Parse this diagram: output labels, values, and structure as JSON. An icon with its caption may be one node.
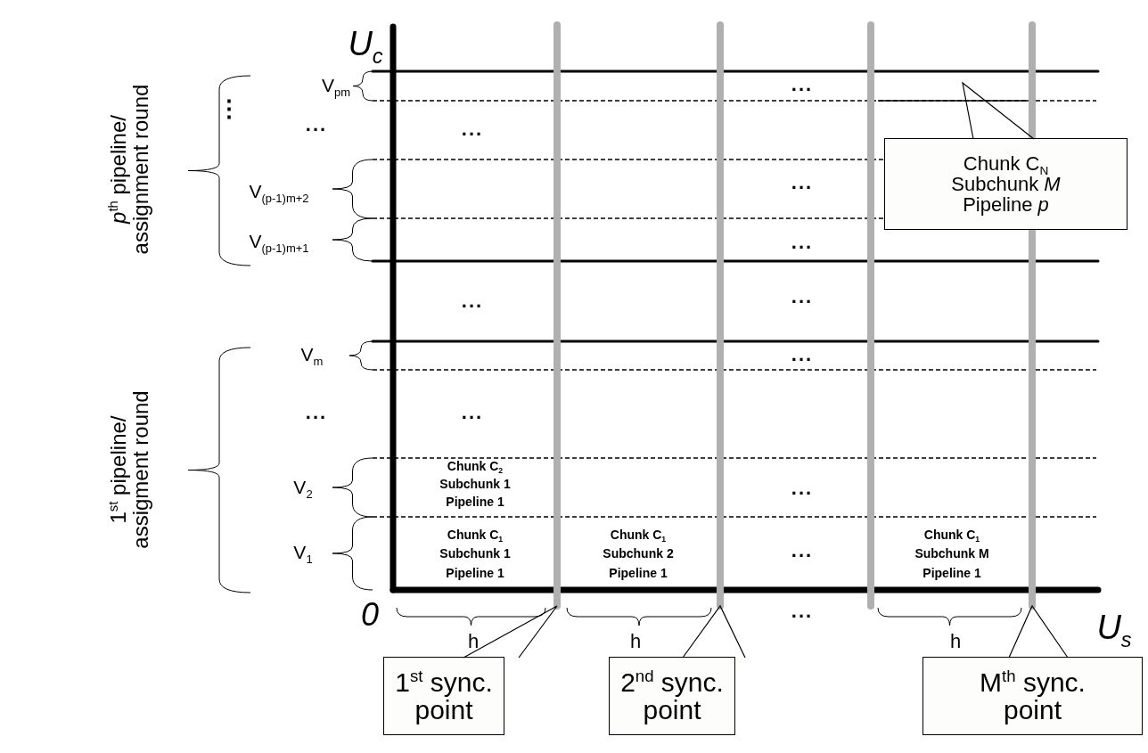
{
  "diagram": {
    "nodes": [
      {
        "text": [
          "Chunk C$_{N}$ Subchunk *M* Pipeline *p*"
        ]
      },
      {
        "text": [
          "1$^{st}$ sync. point"
        ]
      },
      {
        "text": [
          "2$^{nd}$ sync. point"
        ]
      },
      {
        "text": [
          "M$^{th}$ sync. point"
        ]
      }
    ],
    "edges": [
      {
        "from": 0,
        "to": null,
        "arrow": "none"
      },
      {
        "from": 1,
        "to": null,
        "arrow": "none"
      },
      {
        "from": 2,
        "to": null,
        "arrow": "none"
      },
      {
        "from": 3,
        "to": null,
        "arrow": "none"
      }
    ],
    "labels": [
      "U$_{c}$",
      "*p*$^{th}$ pipeline/ assignment round",
      "V$_{pm}$",
      "...",
      "⋮",
      "...",
      "...",
      "V$_{(p-1)m+2}$",
      "...",
      "V$_{(p-1)m+1}$",
      "...",
      "...",
      "...",
      "V$_{m}$",
      "...",
      "1$^{st}$ pipeline/ assigment round",
      "...",
      "...",
      "Chunk C$_{2}$",
      "V$_{2}$",
      "Subchunk 1",
      "...",
      "Pipeline 1",
      "Chunk C$_{1}$",
      "Chunk C$_{1}$",
      "Chunk C$_{1}$",
      "V$_{1}$",
      "Subchunk 1",
      "...",
      "Subchunk 2",
      "Subchunk M",
      "Pipeline 1",
      "Pipeline 1",
      "Pipeline 1",
      "0",
      "...",
      "U$_{s}$",
      "h",
      "h",
      "h"
    ]
  }
}
